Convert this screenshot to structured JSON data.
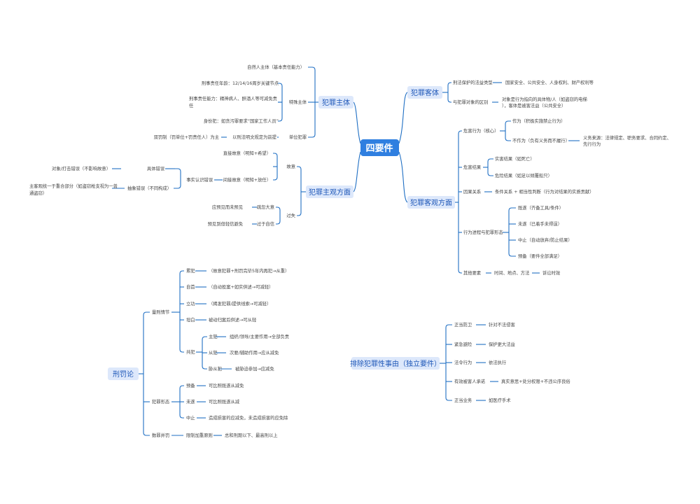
{
  "colors": {
    "line": "#1f6fc4",
    "root_fill": "#2f7fe0",
    "root_text": "#ffffff",
    "branch_fill": "#dde8fb",
    "branch_text": "#1e57b8",
    "text": "#444444"
  },
  "root": "四要件",
  "branches": {
    "subject": {
      "label": "犯罪主体",
      "natural": "自然人主体（基本责任能力）",
      "special": "特殊主体",
      "special_items": [
        "刑事责任年龄：12/14/16周岁关键节点",
        "刑事责任能力：精神病人、醉酒人等可减免责任",
        "身份犯：如贪污罪要求“国家工作人员”"
      ],
      "unit": "单位犯罪",
      "unit_a": "以刑法明文规定为前提",
      "unit_b": "双罚制（罚单位+罚责任人）为主"
    },
    "subjective": {
      "label": "犯罪主观方面",
      "intent": "故意",
      "direct": "直接故意（明知+希望）",
      "indirect": "间接故意（明知+放任）",
      "error": "事实认识错误",
      "concrete": "具体错误",
      "concrete_note": "对象/打击错误（不影响故意）",
      "abstract": "抽象错误（不同构成）",
      "abstract_note": "主客观统一于重合部分（如盗窃枪支视为一普通盗窃）",
      "negligence": "过失",
      "careless": "疏忽大意",
      "careless_note": "应预见而未预见",
      "overconfident": "过于自信",
      "overconfident_note": "预见到但轻信避免"
    },
    "object": {
      "label": "犯罪客体",
      "r1": "刑法保护的法益类型",
      "r1_v": "国家安全、公共安全、人身权利、财产权利等",
      "r2": "与犯罪对象的区别",
      "r2_v": "对象是行为指向的具体物/人（如盗窃的电梯），客体是被害法益（公共安全）"
    },
    "objective": {
      "label": "犯罪客观方面",
      "behavior": "危害行为（核心）",
      "act": "作为（积极实施禁止行为）",
      "omission": "不作为（负有义务而不履行）",
      "duty": "义务来源：法律规定、职务要求、合同约定、先行行为",
      "result": "危害结果",
      "actual": "实害结果（如死亡）",
      "danger": "危险结果（如足以倾覆船只）",
      "causal": "因果关系",
      "causal_v": "条件关系 + 相当性判断（行为对结果的实质贡献）",
      "stage": "行为进程与犯罪形态",
      "done": "既遂（齐备工具/条件）",
      "attempt": "未遂（已着手未得逞）",
      "suspend": "中止（自动放弃/防止结果）",
      "prepare": "预备（要件全部满足）",
      "other": "其他要素",
      "other_a": "时间、地点、方法",
      "other_b": "诉讼时效"
    },
    "penalty": {
      "label": "刑罚论",
      "sentencing": "量刑情节",
      "recidivism": "累犯",
      "recidivism_v": "（故意犯罪+刑罚完毕5年内再犯→从重）",
      "surrender": "自首",
      "surrender_v": "（自动投案+如实供述→可减轻）",
      "merit": "立功",
      "merit_v": "（揭发犯罪/提供线索→可减轻）",
      "confess": "坦白",
      "confess_v": "被动归案后供述→可从轻",
      "accomplice": "共犯",
      "principal": "主犯",
      "principal_v": "组织/领导/主要作用→全部负责",
      "secondary": "从犯",
      "secondary_v": "次要/辅助作用→应从减免",
      "coerced": "胁从犯",
      "coerced_v": "被胁迫参加→应减免",
      "form": "犯罪形态",
      "prep": "预备",
      "prep_v": "可比照既遂从减免",
      "att": "未遂",
      "att_v": "可比照既遂从减",
      "stop": "中止",
      "stop_v": "造成损害的应减免，未造成损害的应免除",
      "combine": "数罪并罚",
      "combine_a": "限制加重原则",
      "combine_b": "总和刑期以下、最高刑以上"
    },
    "exclusion": {
      "label": "排除犯罪性事由（独立要件）",
      "items": [
        {
          "k": "正当防卫",
          "v": "针对不法侵害"
        },
        {
          "k": "紧急避险",
          "v": "保护更大法益"
        },
        {
          "k": "法令行为",
          "v": "依法执行"
        },
        {
          "k": "有效被害人承诺",
          "v": "真实意思+处分权限+不违公序良俗"
        },
        {
          "k": "正当业务",
          "v": "如医疗手术"
        }
      ]
    }
  }
}
